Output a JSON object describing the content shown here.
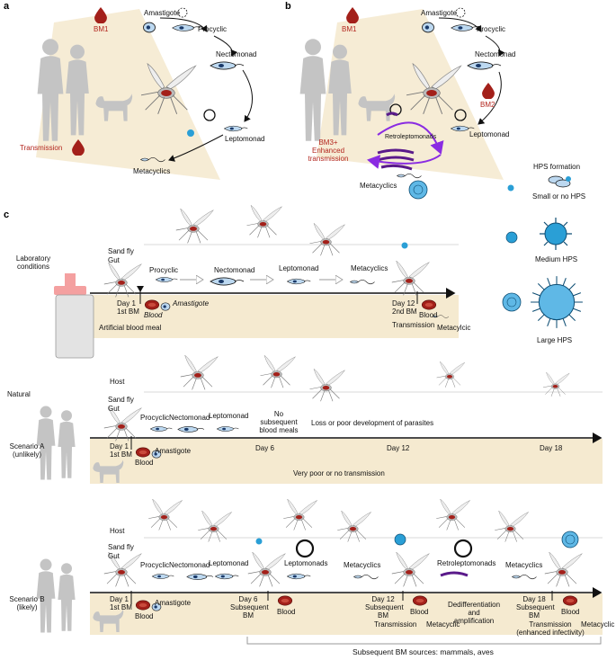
{
  "panels": {
    "a": "a",
    "b": "b",
    "c": "c"
  },
  "panel_a": {
    "bm": "BM1",
    "stages": [
      "Amastigote",
      "Procyclic",
      "Nectomonad",
      "Leptomonad",
      "Metacyclics"
    ],
    "transmission": "Transmission"
  },
  "panel_b": {
    "bm1": "BM1",
    "bm2": "BM2",
    "stages": [
      "Amastigote",
      "Procyclic",
      "Nectomonad",
      "Leptomonad",
      "Metacyclics"
    ],
    "retro": "Retroleptomonads",
    "bm3": [
      "BM3+",
      "Enhanced",
      "transmission"
    ]
  },
  "legend": {
    "title": "HPS formation",
    "small": "Small or no HPS",
    "medium": "Medium HPS",
    "large": "Large HPS"
  },
  "lab": {
    "label": [
      "Laboratory",
      "conditions"
    ],
    "sandfly": "Sand fly",
    "gut": "Gut",
    "stages": [
      "Procyclic",
      "Nectomonad",
      "Leptomonad",
      "Metacyclics"
    ],
    "day1": [
      "Day 1",
      "1st BM"
    ],
    "amastigote": "Amastigote",
    "blood": "Blood",
    "artificial": "Artificial blood meal",
    "day12": [
      "Day 12",
      "2nd BM"
    ],
    "blood2": "Blood",
    "transmission": "Transmission",
    "metacyclic": "Metacylcic"
  },
  "scenario_a": {
    "natural": "Natural",
    "host": "Host",
    "sandfly": "Sand fly",
    "gut": "Gut",
    "stages": [
      "Procyclic",
      "Nectomonad",
      "Leptomonad"
    ],
    "no_bm": [
      "No",
      "subsequent",
      "blood meals"
    ],
    "loss": "Loss or poor development of parasites",
    "label": [
      "Scenario A",
      "(unlikely)"
    ],
    "day1": [
      "Day 1",
      "1st BM"
    ],
    "amastigote": "Amastigote",
    "blood": "Blood",
    "days": [
      "Day 6",
      "Day 12",
      "Day 18"
    ],
    "outcome": "Very poor or no transmission"
  },
  "scenario_b": {
    "host": "Host",
    "sandfly": "Sand fly",
    "gut": "Gut",
    "stages": [
      "Procyclic",
      "Nectomonad",
      "Leptomonad",
      "Leptomonads",
      "Metacyclics",
      "Retroleptomonads",
      "Metacyclics"
    ],
    "label": [
      "Scenario B",
      "(likely)"
    ],
    "day1": [
      "Day 1",
      "1st BM"
    ],
    "amastigote": "Amastigote",
    "blood": "Blood",
    "day6": [
      "Day 6",
      "Subsequent",
      "BM"
    ],
    "blood6": "Blood",
    "day12": [
      "Day 12",
      "Subsequent",
      "BM"
    ],
    "blood12": "Blood",
    "transmission": "Transmission",
    "metacyclic": "Metacyclic",
    "dediff": [
      "Dedifferentiation",
      "and",
      "amplification"
    ],
    "day18": [
      "Day 18",
      "Subsequent",
      "BM"
    ],
    "blood18": "Blood",
    "transmission2": [
      "Transmission",
      "(enhanced infectivity)"
    ],
    "metacyclic2": "Metacyclic",
    "sources": "Subsequent BM sources: mammals, aves"
  }
}
